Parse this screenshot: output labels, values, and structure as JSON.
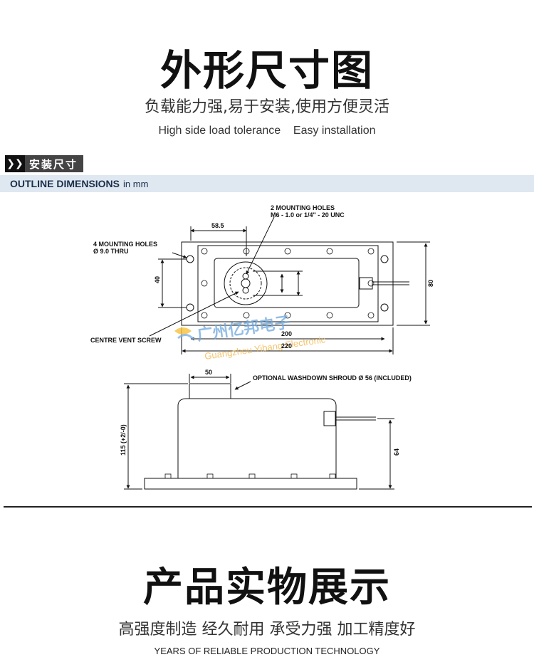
{
  "top": {
    "title": "外形尺寸图",
    "subtitle_cn": "负载能力强,易于安装,使用方便灵活",
    "subtitle_en": "High side load tolerance    Easy installation"
  },
  "section": {
    "tag_icon": "chevron-icon",
    "tag_label": "安装尺寸",
    "bar_bold": "OUTLINE DIMENSIONS",
    "bar_unit": "in mm"
  },
  "drawing": {
    "mount_holes_top_1": "2 MOUNTING HOLES",
    "mount_holes_top_2": "M6 - 1.0 or 1/4\" - 20 UNC",
    "mount_holes_left_1": "4 MOUNTING HOLES",
    "mount_holes_left_2": "Ø 9.0 THRU",
    "dim_58_5": "58.5",
    "dim_40": "40",
    "dim_80": "80",
    "dim_200": "200",
    "dim_220": "220",
    "vent_screw": "CENTRE VENT SCREW",
    "dim_50": "50",
    "washdown": "OPTIONAL WASHDOWN SHROUD Ø 56 (INCLUDED)",
    "dim_115": "115 (+2/-0)",
    "dim_64": "64",
    "watermark_cn": "广州亿邦电子",
    "watermark_en": "Guangzhou Yibang Electronic"
  },
  "bottom": {
    "title": "产品实物展示",
    "subtitle_cn": "高强度制造 经久耐用 承受力强 加工精度好",
    "subtitle_en": "YEARS OF RELIABLE PRODUCTION TECHNOLOGY"
  }
}
